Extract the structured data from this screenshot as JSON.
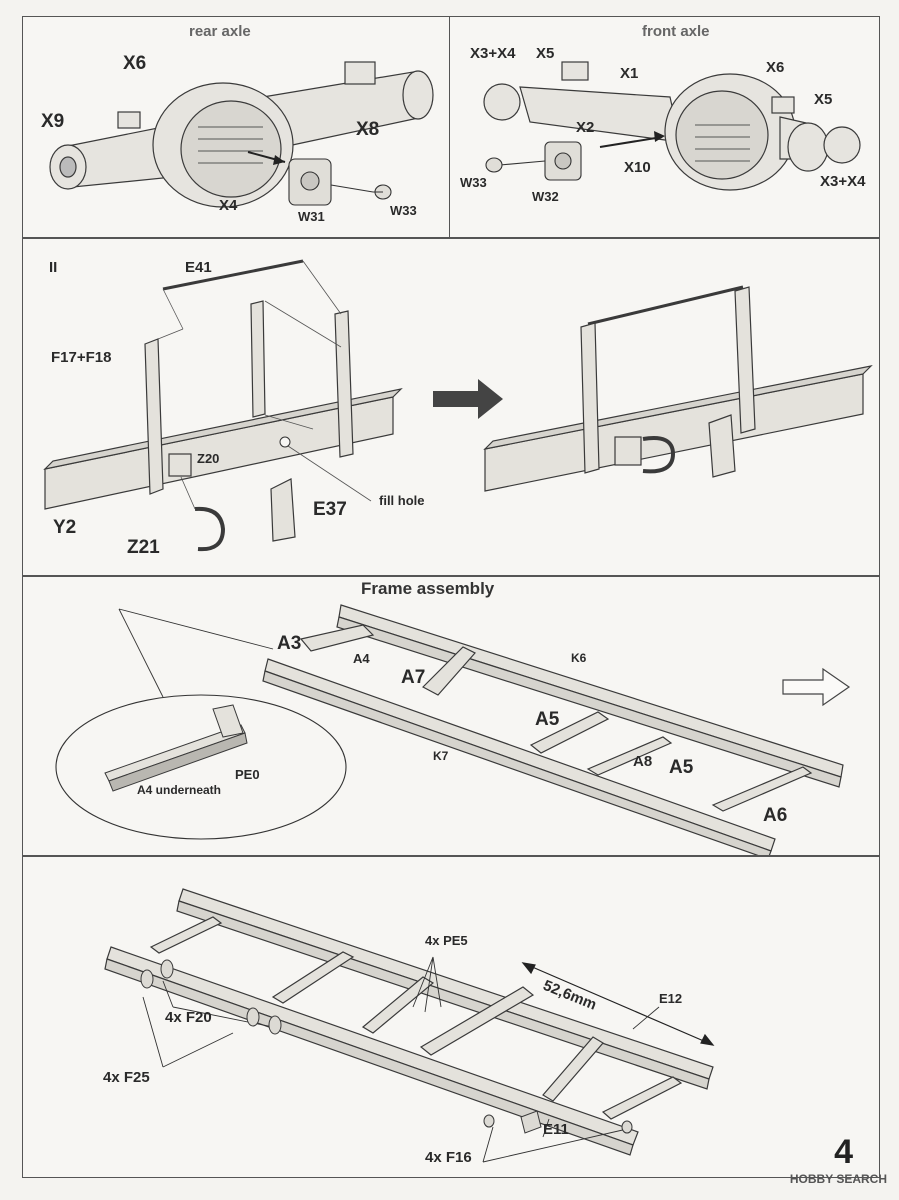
{
  "step1": {
    "rear": {
      "title": "rear axle",
      "labels": {
        "x6": "X6",
        "x9": "X9",
        "x8": "X8",
        "x4": "X4",
        "w31": "W31",
        "w33": "W33"
      }
    },
    "front": {
      "title": "front axle",
      "labels": {
        "x3x4_top": "X3+X4",
        "x5_top": "X5",
        "x1": "X1",
        "x6": "X6",
        "x5_right": "X5",
        "x2": "X2",
        "x10": "X10",
        "w33": "W33",
        "w32": "W32",
        "x3x4_bottom": "X3+X4"
      }
    }
  },
  "step2": {
    "roman": "II",
    "labels": {
      "e41": "E41",
      "f17f18": "F17+F18",
      "z20": "Z20",
      "y2": "Y2",
      "z21": "Z21",
      "e37": "E37",
      "fill_hole": "fill hole"
    }
  },
  "step3": {
    "title": "Frame assembly",
    "labels": {
      "a3": "A3",
      "a4": "A4",
      "a7": "A7",
      "k6": "K6",
      "k7": "K7",
      "a5_left": "A5",
      "a8": "A8",
      "a5_right": "A5",
      "a6": "A6",
      "pe0": "PE0",
      "a4_underneath": "A4 underneath"
    }
  },
  "step4": {
    "labels": {
      "pe5": "4x PE5",
      "dimension": "52,6mm",
      "e12": "E12",
      "f20": "4x F20",
      "f25": "4x F25",
      "e11": "E11",
      "f16": "4x F16"
    }
  },
  "page_number": "4",
  "watermark": "HOBBY SEARCH"
}
